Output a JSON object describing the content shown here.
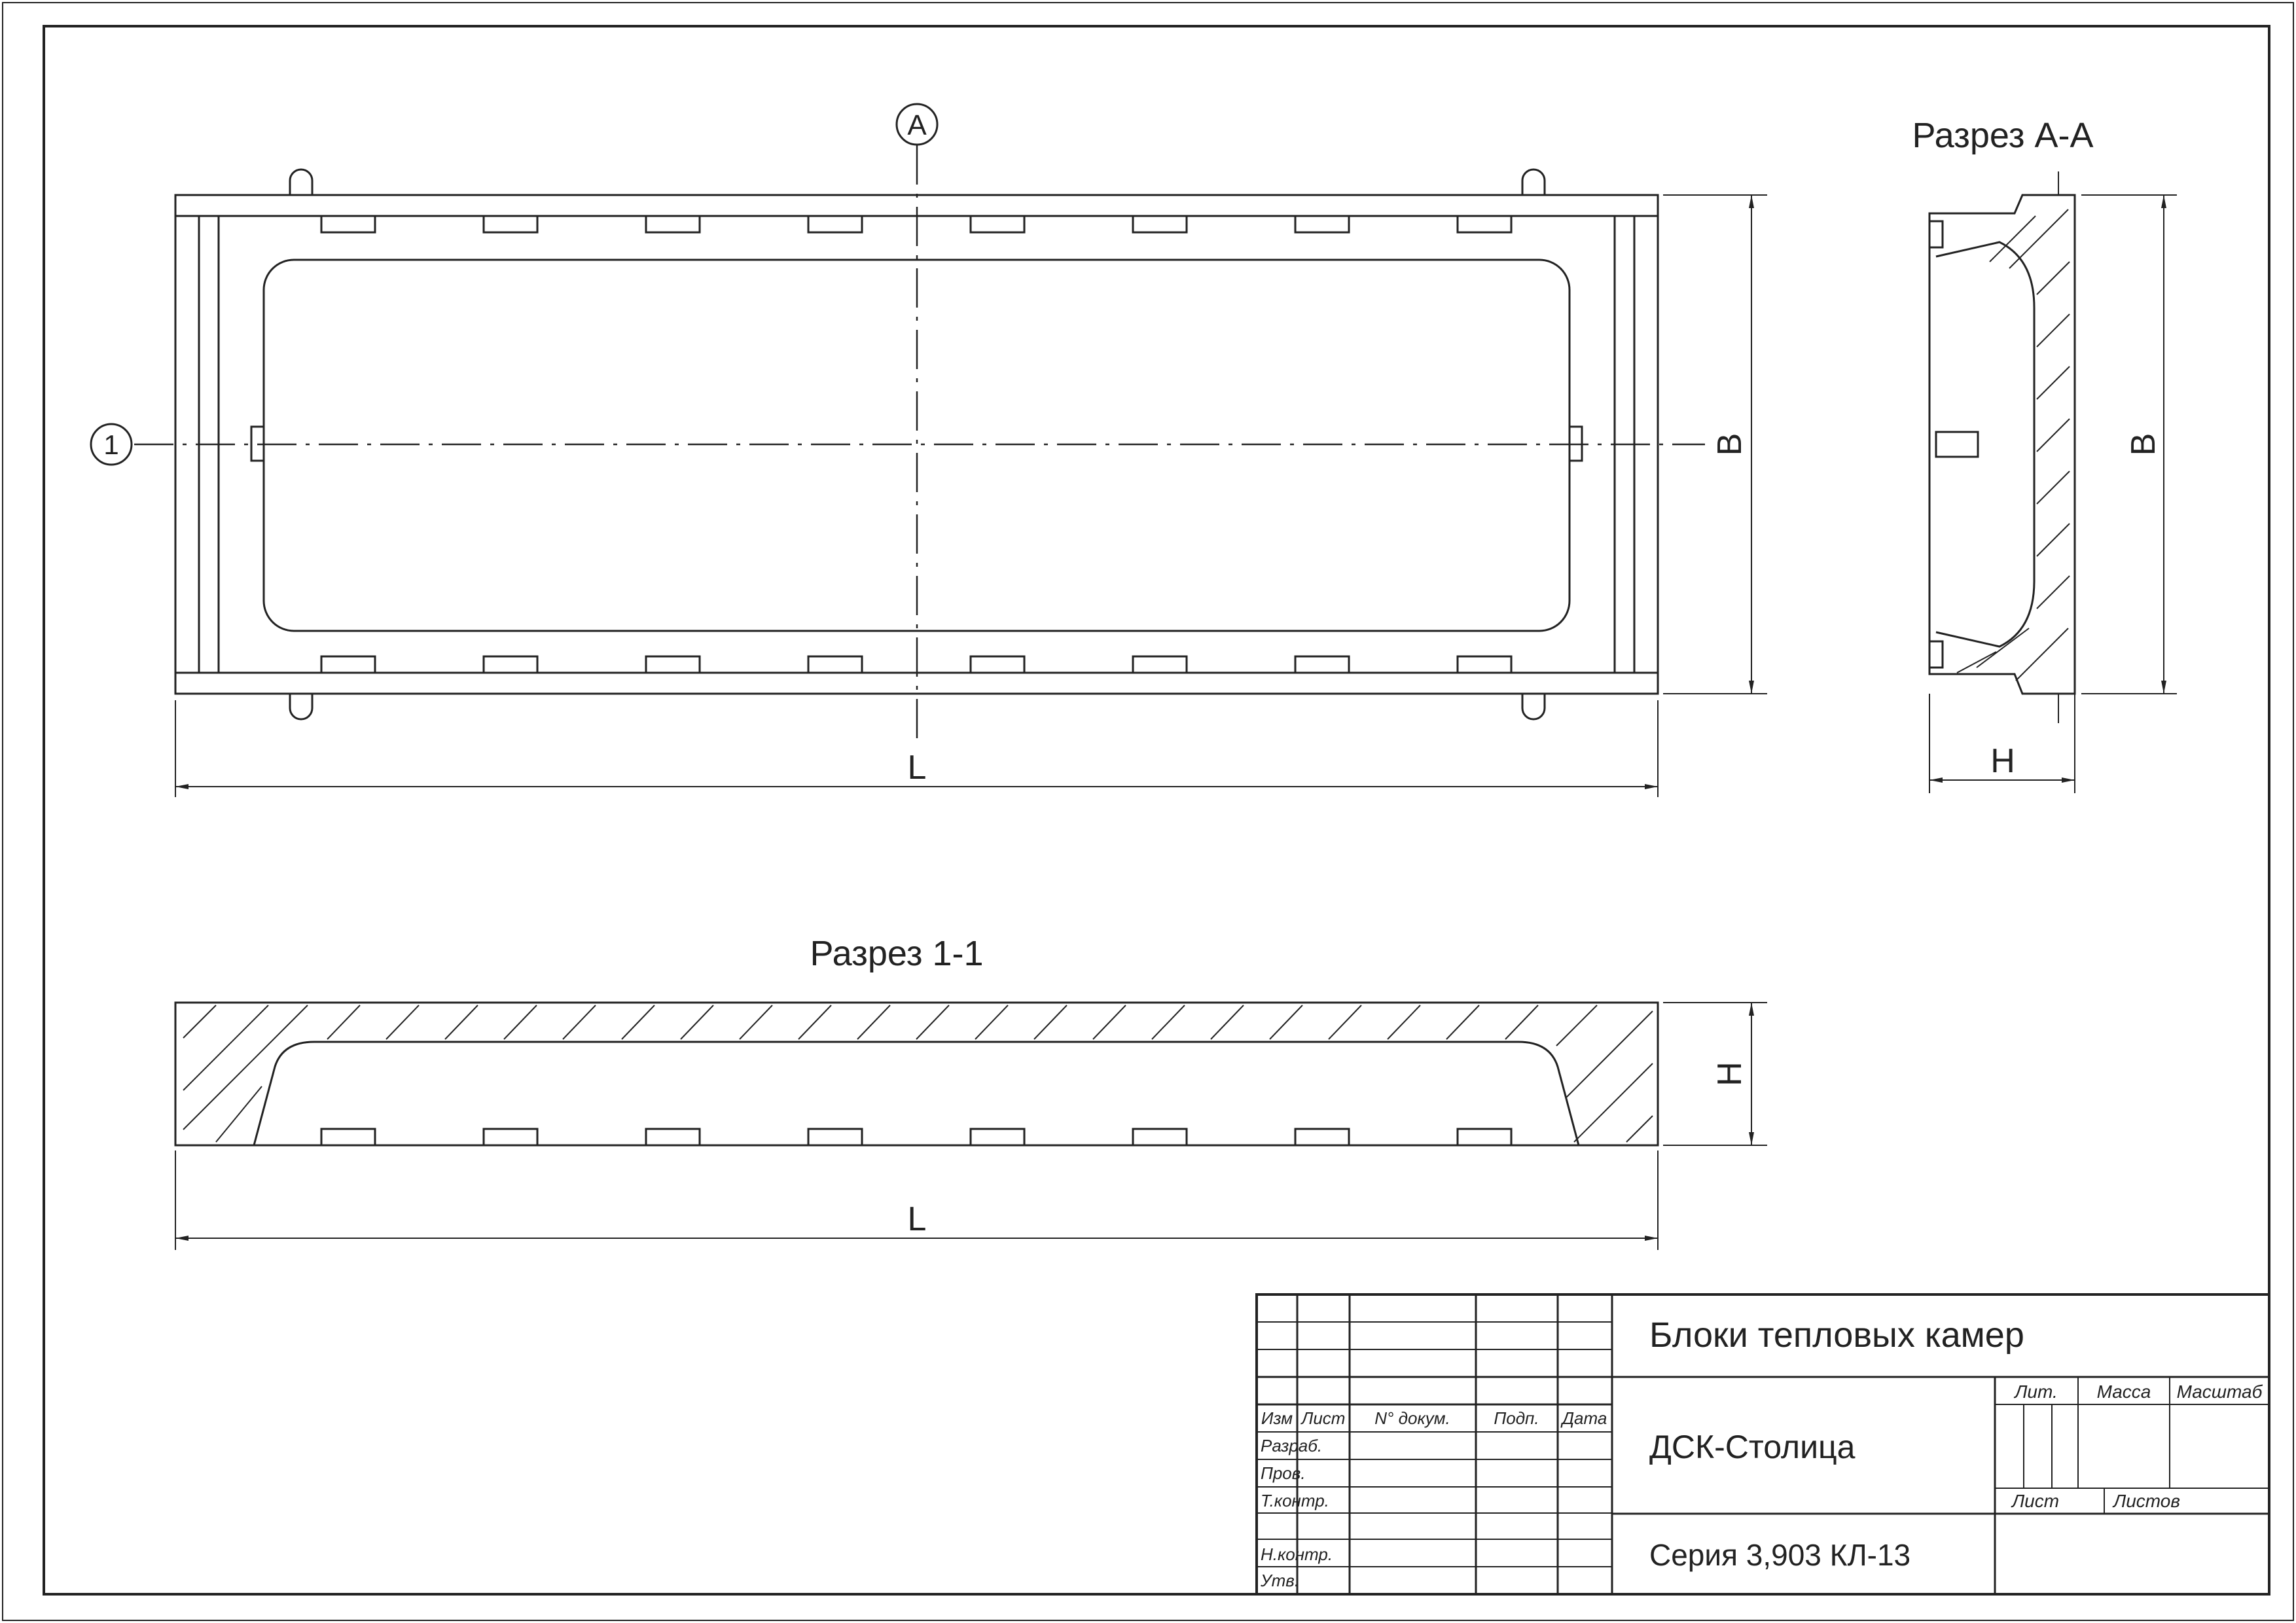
{
  "views": {
    "plan": {
      "axis_a_label": "A",
      "axis_1_label": "1",
      "dim_length": "L",
      "dim_width": "B"
    },
    "section_aa": {
      "title": "Разрез А-А",
      "dim_width": "B",
      "dim_height": "H"
    },
    "section_11": {
      "title": "Разрез 1-1",
      "dim_length": "L",
      "dim_height": "H"
    }
  },
  "title_block": {
    "name": "Блоки тепловых камер",
    "organization": "ДСК-Столица",
    "series": "Серия 3,903 КЛ-13",
    "columns": {
      "izm": "Изм",
      "list": "Лист",
      "doc_no": "N° докум.",
      "sign": "Подп.",
      "date": "Дата"
    },
    "roles": {
      "developed": "Разраб.",
      "checked": "Пров.",
      "tech_control": "Т.контр.",
      "norm_control": "Н.контр.",
      "approved": "Утв."
    },
    "info": {
      "lit": "Лит.",
      "mass": "Масса",
      "scale": "Масштаб",
      "sheet": "Лист",
      "sheets": "Листов"
    }
  }
}
